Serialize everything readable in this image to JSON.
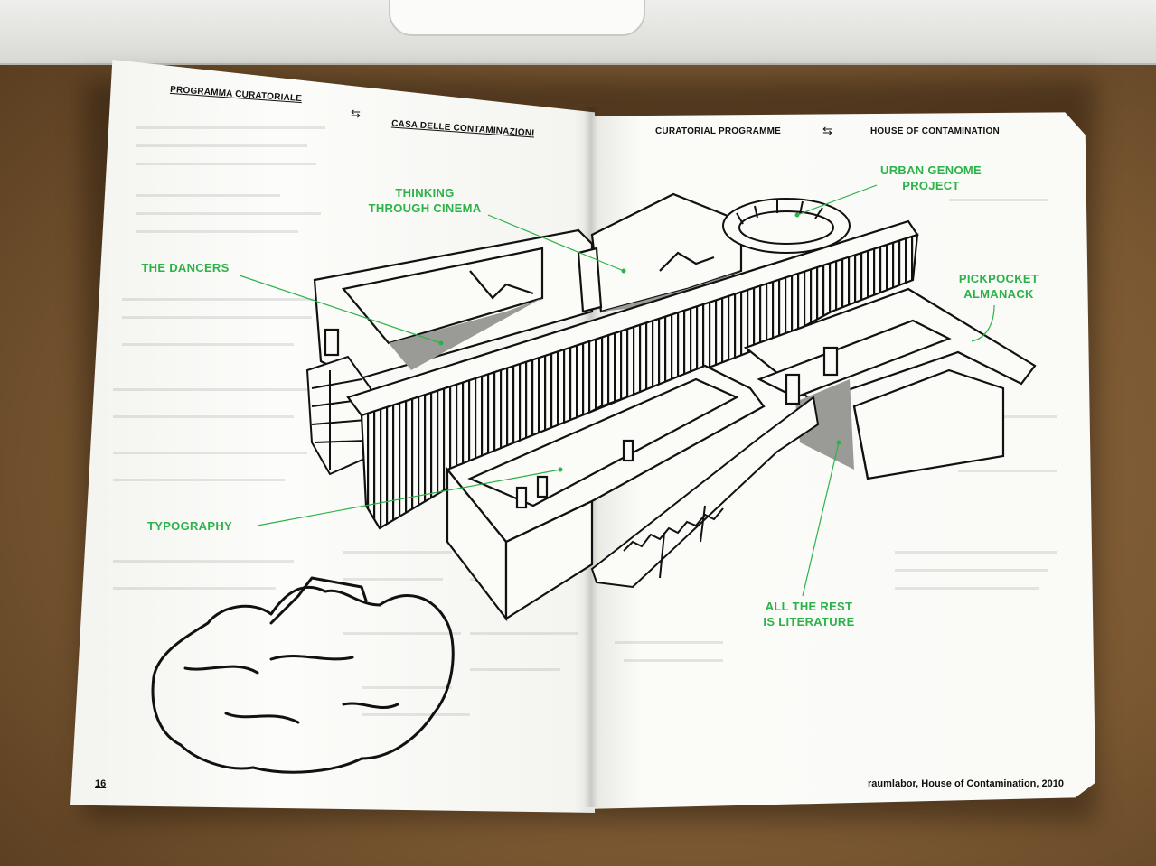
{
  "left_page": {
    "header_left": "PROGRAMMA CURATORIALE",
    "header_arrow": "⇆",
    "header_right": "CASA DELLE CONTAMINAZIONI",
    "page_number": "16"
  },
  "right_page": {
    "header_left": "CURATORIAL PROGRAMME",
    "header_arrow": "⇆",
    "header_right": "HOUSE OF CONTAMINATION",
    "credit": "raumlabor, House of Contamination, 2010"
  },
  "labels": {
    "thinking_through_cinema": [
      "THINKING",
      "THROUGH CINEMA"
    ],
    "urban_genome_project": [
      "URBAN GENOME",
      "PROJECT"
    ],
    "the_dancers": "THE DANCERS",
    "pickpocket_almanack": [
      "PICKPOCKET",
      "ALMANACK"
    ],
    "typography": "TYPOGRAPHY",
    "all_the_rest_is_literature": [
      "ALL THE REST",
      "IS LITERATURE"
    ]
  },
  "colors": {
    "label_green": "#2db24a",
    "ink": "#111111"
  }
}
